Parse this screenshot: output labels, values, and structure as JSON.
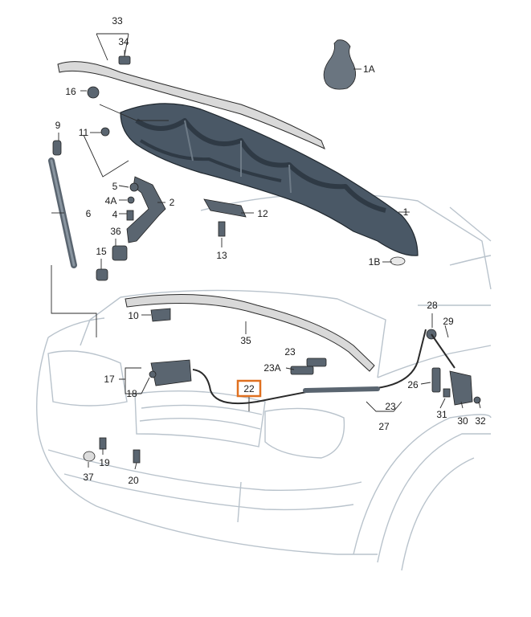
{
  "callouts": {
    "c33": "33",
    "c34": "34",
    "c1A": "1A",
    "c16": "16",
    "c9": "9",
    "c11": "11",
    "c5": "5",
    "c4A": "4A",
    "c2": "2",
    "c4": "4",
    "c6": "6",
    "c12": "12",
    "c1": "1",
    "c36": "36",
    "c15": "15",
    "c13": "13",
    "c1B": "1B",
    "c10": "10",
    "c35": "35",
    "c28": "28",
    "c29": "29",
    "c23": "23",
    "c23A": "23A",
    "c17": "17",
    "c18": "18",
    "c22": "22",
    "c26": "26",
    "c23b": "23",
    "c27": "27",
    "c31": "31",
    "c30": "30",
    "c32": "32",
    "c19": "19",
    "c37": "37",
    "c20": "20"
  },
  "highlighted_callout": "22",
  "colors": {
    "line": "#2a2a2a",
    "bonnet": "#4a5866",
    "bonnet_dark": "#2f3a45",
    "parts": "#5a6570",
    "car_outline": "#b9c3cc",
    "highlight": "#e07020"
  }
}
